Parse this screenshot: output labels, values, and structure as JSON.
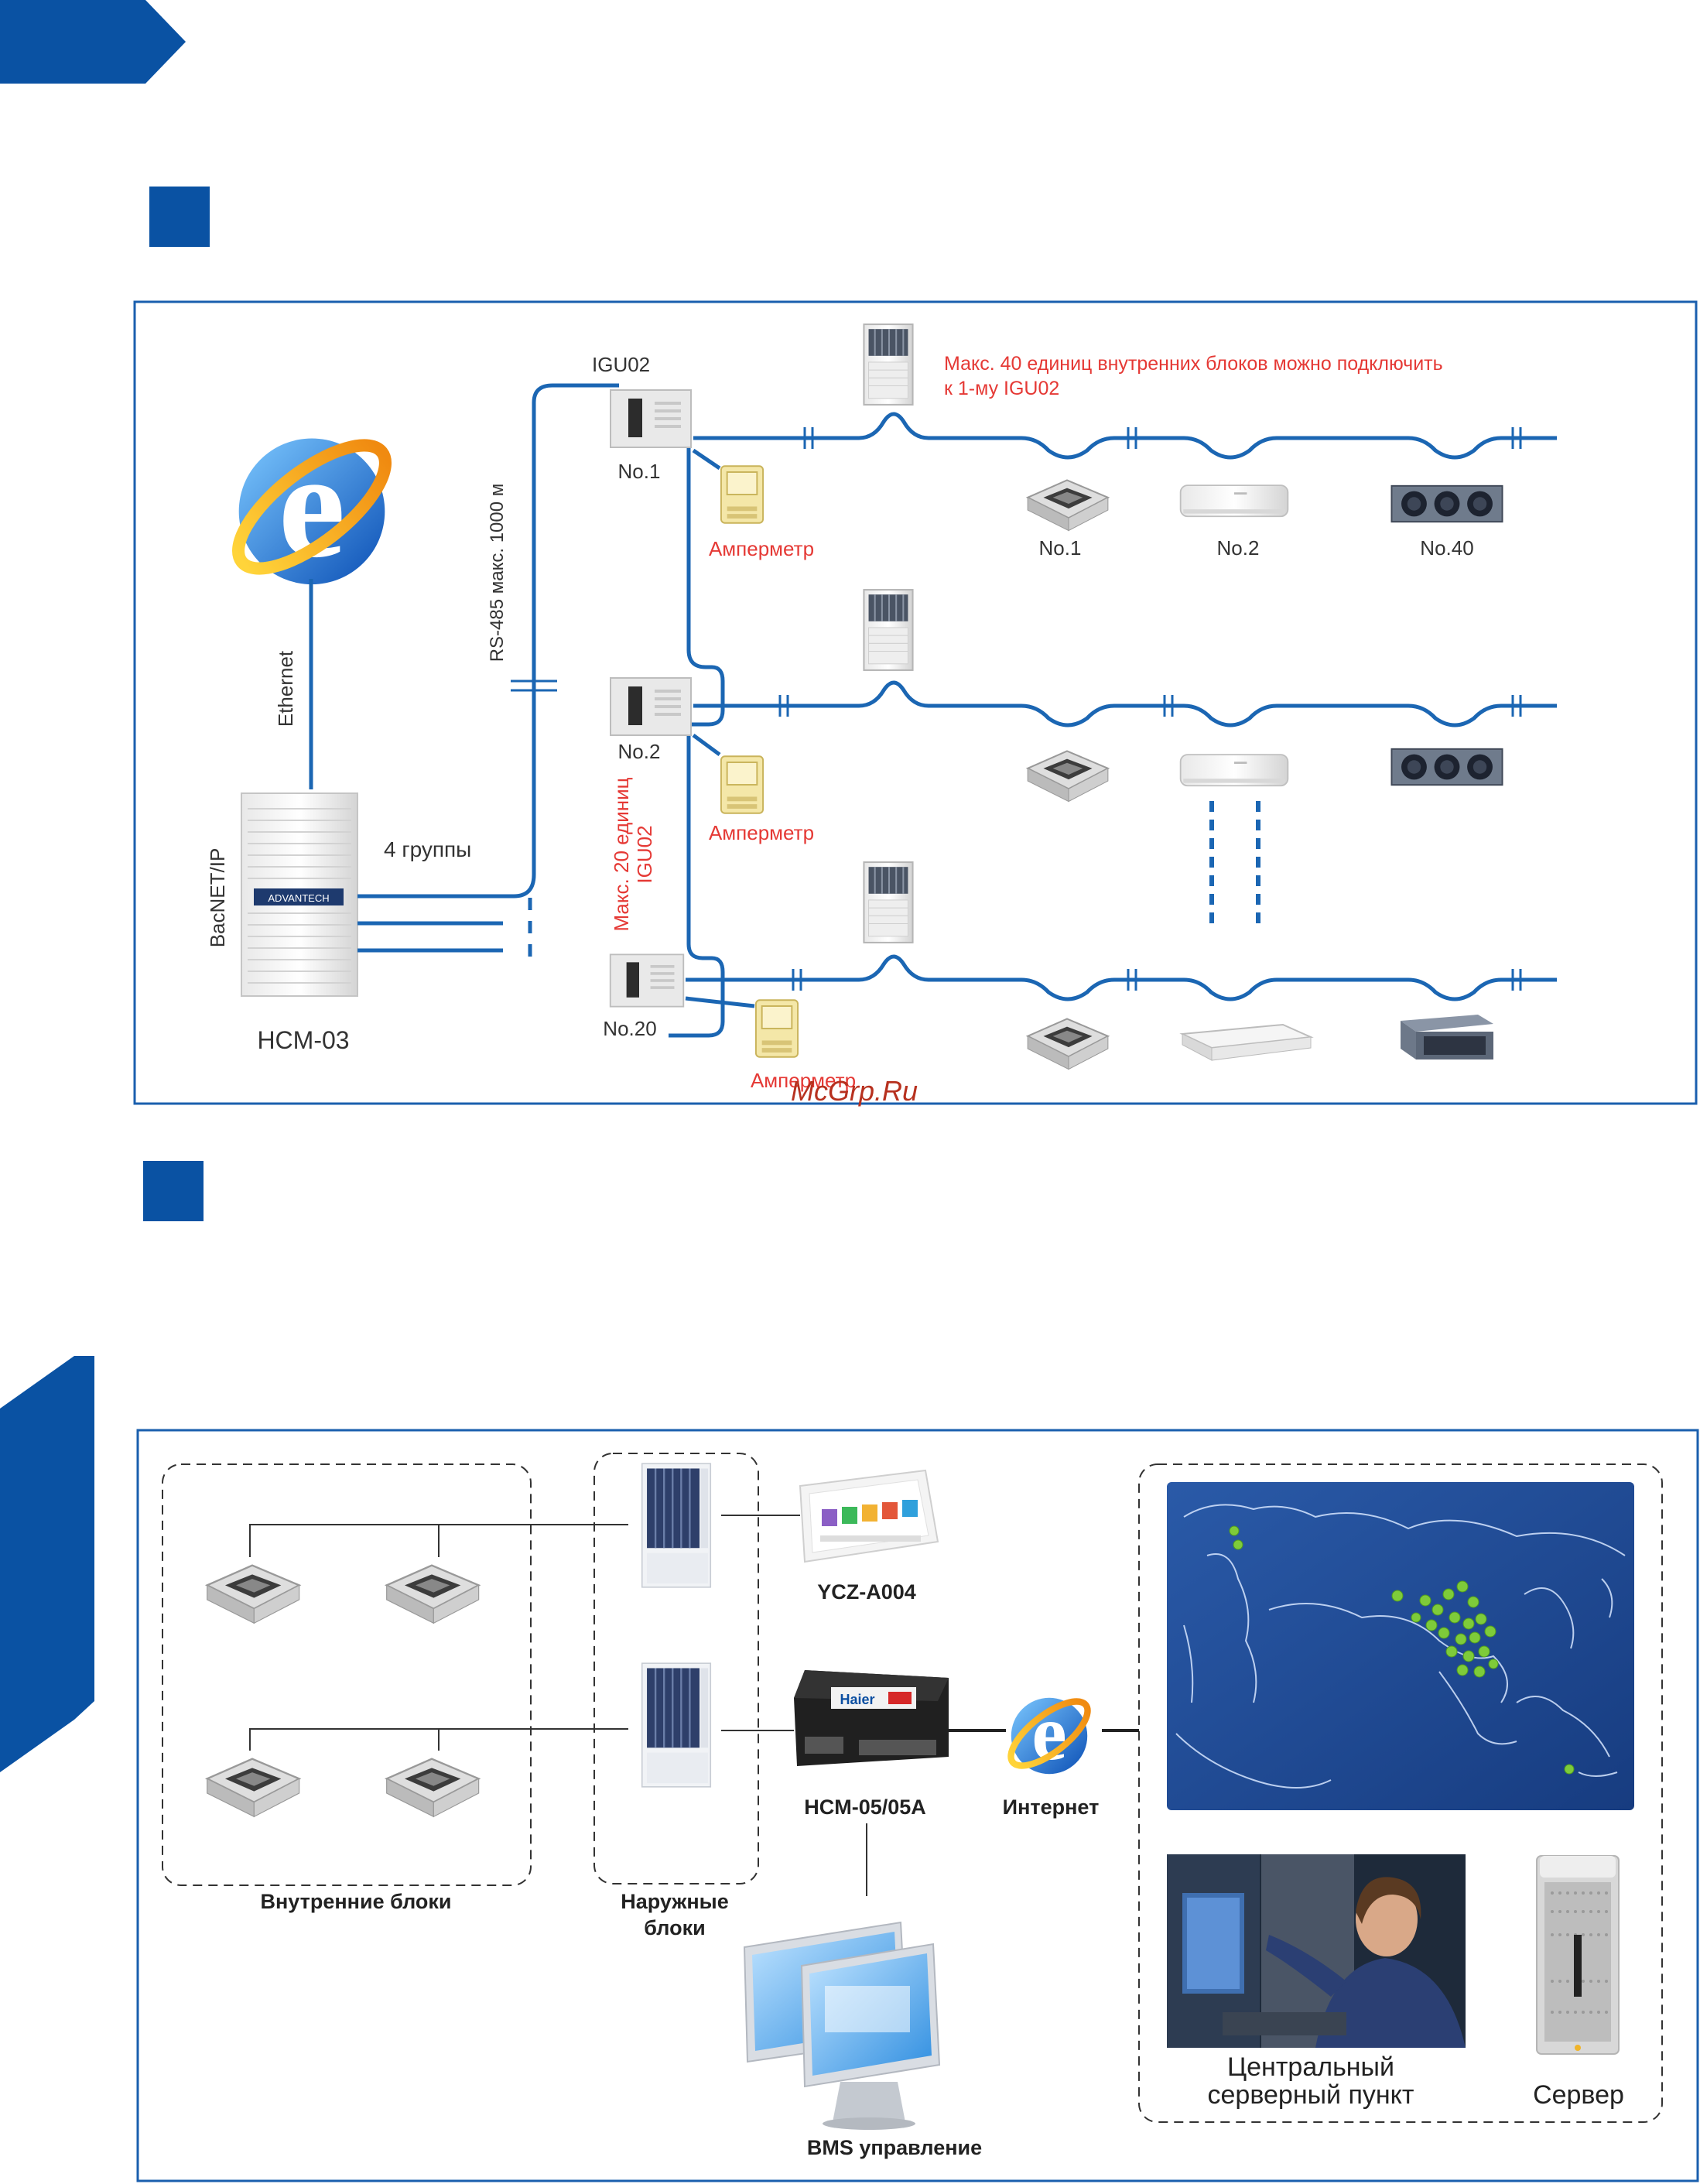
{
  "colors": {
    "brand_blue": "#0a52a3",
    "line_blue": "#1b66b3",
    "red_text": "#e53935",
    "frame_blue": "#1a5fae",
    "map_blue": "#1f4a96",
    "map_marker": "#7ecb3a"
  },
  "icons": [
    "internet-explorer-icon",
    "ammeter-icon",
    "cassette-unit-icon",
    "wall-unit-icon",
    "duct-unit-icon",
    "outdoor-unit-icon",
    "ceiling-unit-icon"
  ],
  "diagram1": {
    "igu_header": "IGU02",
    "rs485_label": "RS-485 макс. 1000 м",
    "ethernet_label": "Ethernet",
    "bacnet_label": "BacNET/IP",
    "groups_label": "4 группы",
    "hcm_label": "HCM-03",
    "hcm_logo": "ADVANTECH",
    "max40_line1": "Макс. 40 единиц внутренних блоков можно подключить",
    "max40_line2": "к 1-му IGU02",
    "max20_line1": "Макс. 20 единиц",
    "max20_line2": "IGU02",
    "igu_units": [
      "No.1",
      "No.2",
      "No.20"
    ],
    "ammeter_label": "Амперметр",
    "indoor_labels": [
      "No.1",
      "No.2",
      "No.40"
    ],
    "watermark": "McGrp.Ru"
  },
  "diagram2": {
    "indoor_label": "Внутренние блоки",
    "outdoor_label_line1": "Наружные",
    "outdoor_label_line2": "блоки",
    "ycz_label": "YCZ-A004",
    "hcm_label": "HCM-05/05A",
    "hcm_logo": "Haier",
    "internet_label": "Интернет",
    "bms_label": "BMS управление",
    "central_line1": "Центральный",
    "central_line2": "серверный пункт",
    "server_label": "Сервер"
  }
}
